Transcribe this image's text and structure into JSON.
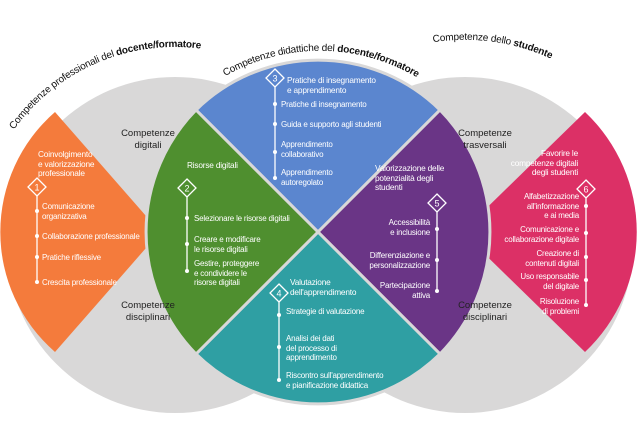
{
  "titles": {
    "left": {
      "normal": "Competenze professionali del ",
      "bold": "docente/formatore"
    },
    "center": {
      "normal": "Competenze didattiche del ",
      "bold": "docente/formatore"
    },
    "right": {
      "normal": "Competenze dello ",
      "bold": "studente"
    }
  },
  "grey_labels": {
    "left_top": "Competenze\ndigitali",
    "left_bottom": "Competenze\ndisciplinari",
    "right_top": "Competenze\ntrasversali",
    "right_bottom": "Competenze\ndisciplinari"
  },
  "areas": [
    {
      "number": "1",
      "color": "#f47b3c",
      "title": "Coinvolgimento\ne valorizzazione\nprofessionale",
      "items": [
        "Comunicazione\norganizzativa",
        "Collaborazione professionale",
        "Pratiche riflessive",
        "Crescita professionale"
      ]
    },
    {
      "number": "2",
      "color": "#4f8f2f",
      "title": "Risorse digitali",
      "items": [
        "Selezionare le risorse digitali",
        "Creare e modificare\nle risorse digitali",
        "Gestire, proteggere\ne condividere le\nrisorse digitali"
      ]
    },
    {
      "number": "3",
      "color": "#5b86cf",
      "title": "Pratiche di insegnamento\ne apprendimento",
      "items": [
        "Pratiche di insegnamento",
        "Guida e supporto agli studenti",
        "Apprendimento\ncollaborativo",
        "Apprendimento\nautoregolato"
      ]
    },
    {
      "number": "4",
      "color": "#2f9fa3",
      "title": "Valutazione\ndell'apprendimento",
      "items": [
        "Strategie di valutazione",
        "Analisi dei dati\ndel processo di\napprendimento",
        "Riscontro sull'apprendimento\ne pianificazione didattica"
      ]
    },
    {
      "number": "5",
      "color": "#6a3586",
      "title": "Valorizzazione delle\npotenzialità degli\nstudenti",
      "items": [
        "Accessibilità\ne inclusione",
        "Differenziazione e\npersonalizzazione",
        "Partecipazione\nattiva"
      ]
    },
    {
      "number": "6",
      "color": "#dc3066",
      "title": "Favorire le\ncompetenze digitali\ndegli studenti",
      "items": [
        "Alfabetizzazione\nall'informazione\ne ai media",
        "Comunicazione e\ncollaborazione digitale",
        "Creazione di\ncontenuti digitali",
        "Uso responsabile\ndel digitale",
        "Risoluzione\ndi problemi"
      ]
    }
  ],
  "colors": {
    "grey": "#d9d8d8"
  }
}
